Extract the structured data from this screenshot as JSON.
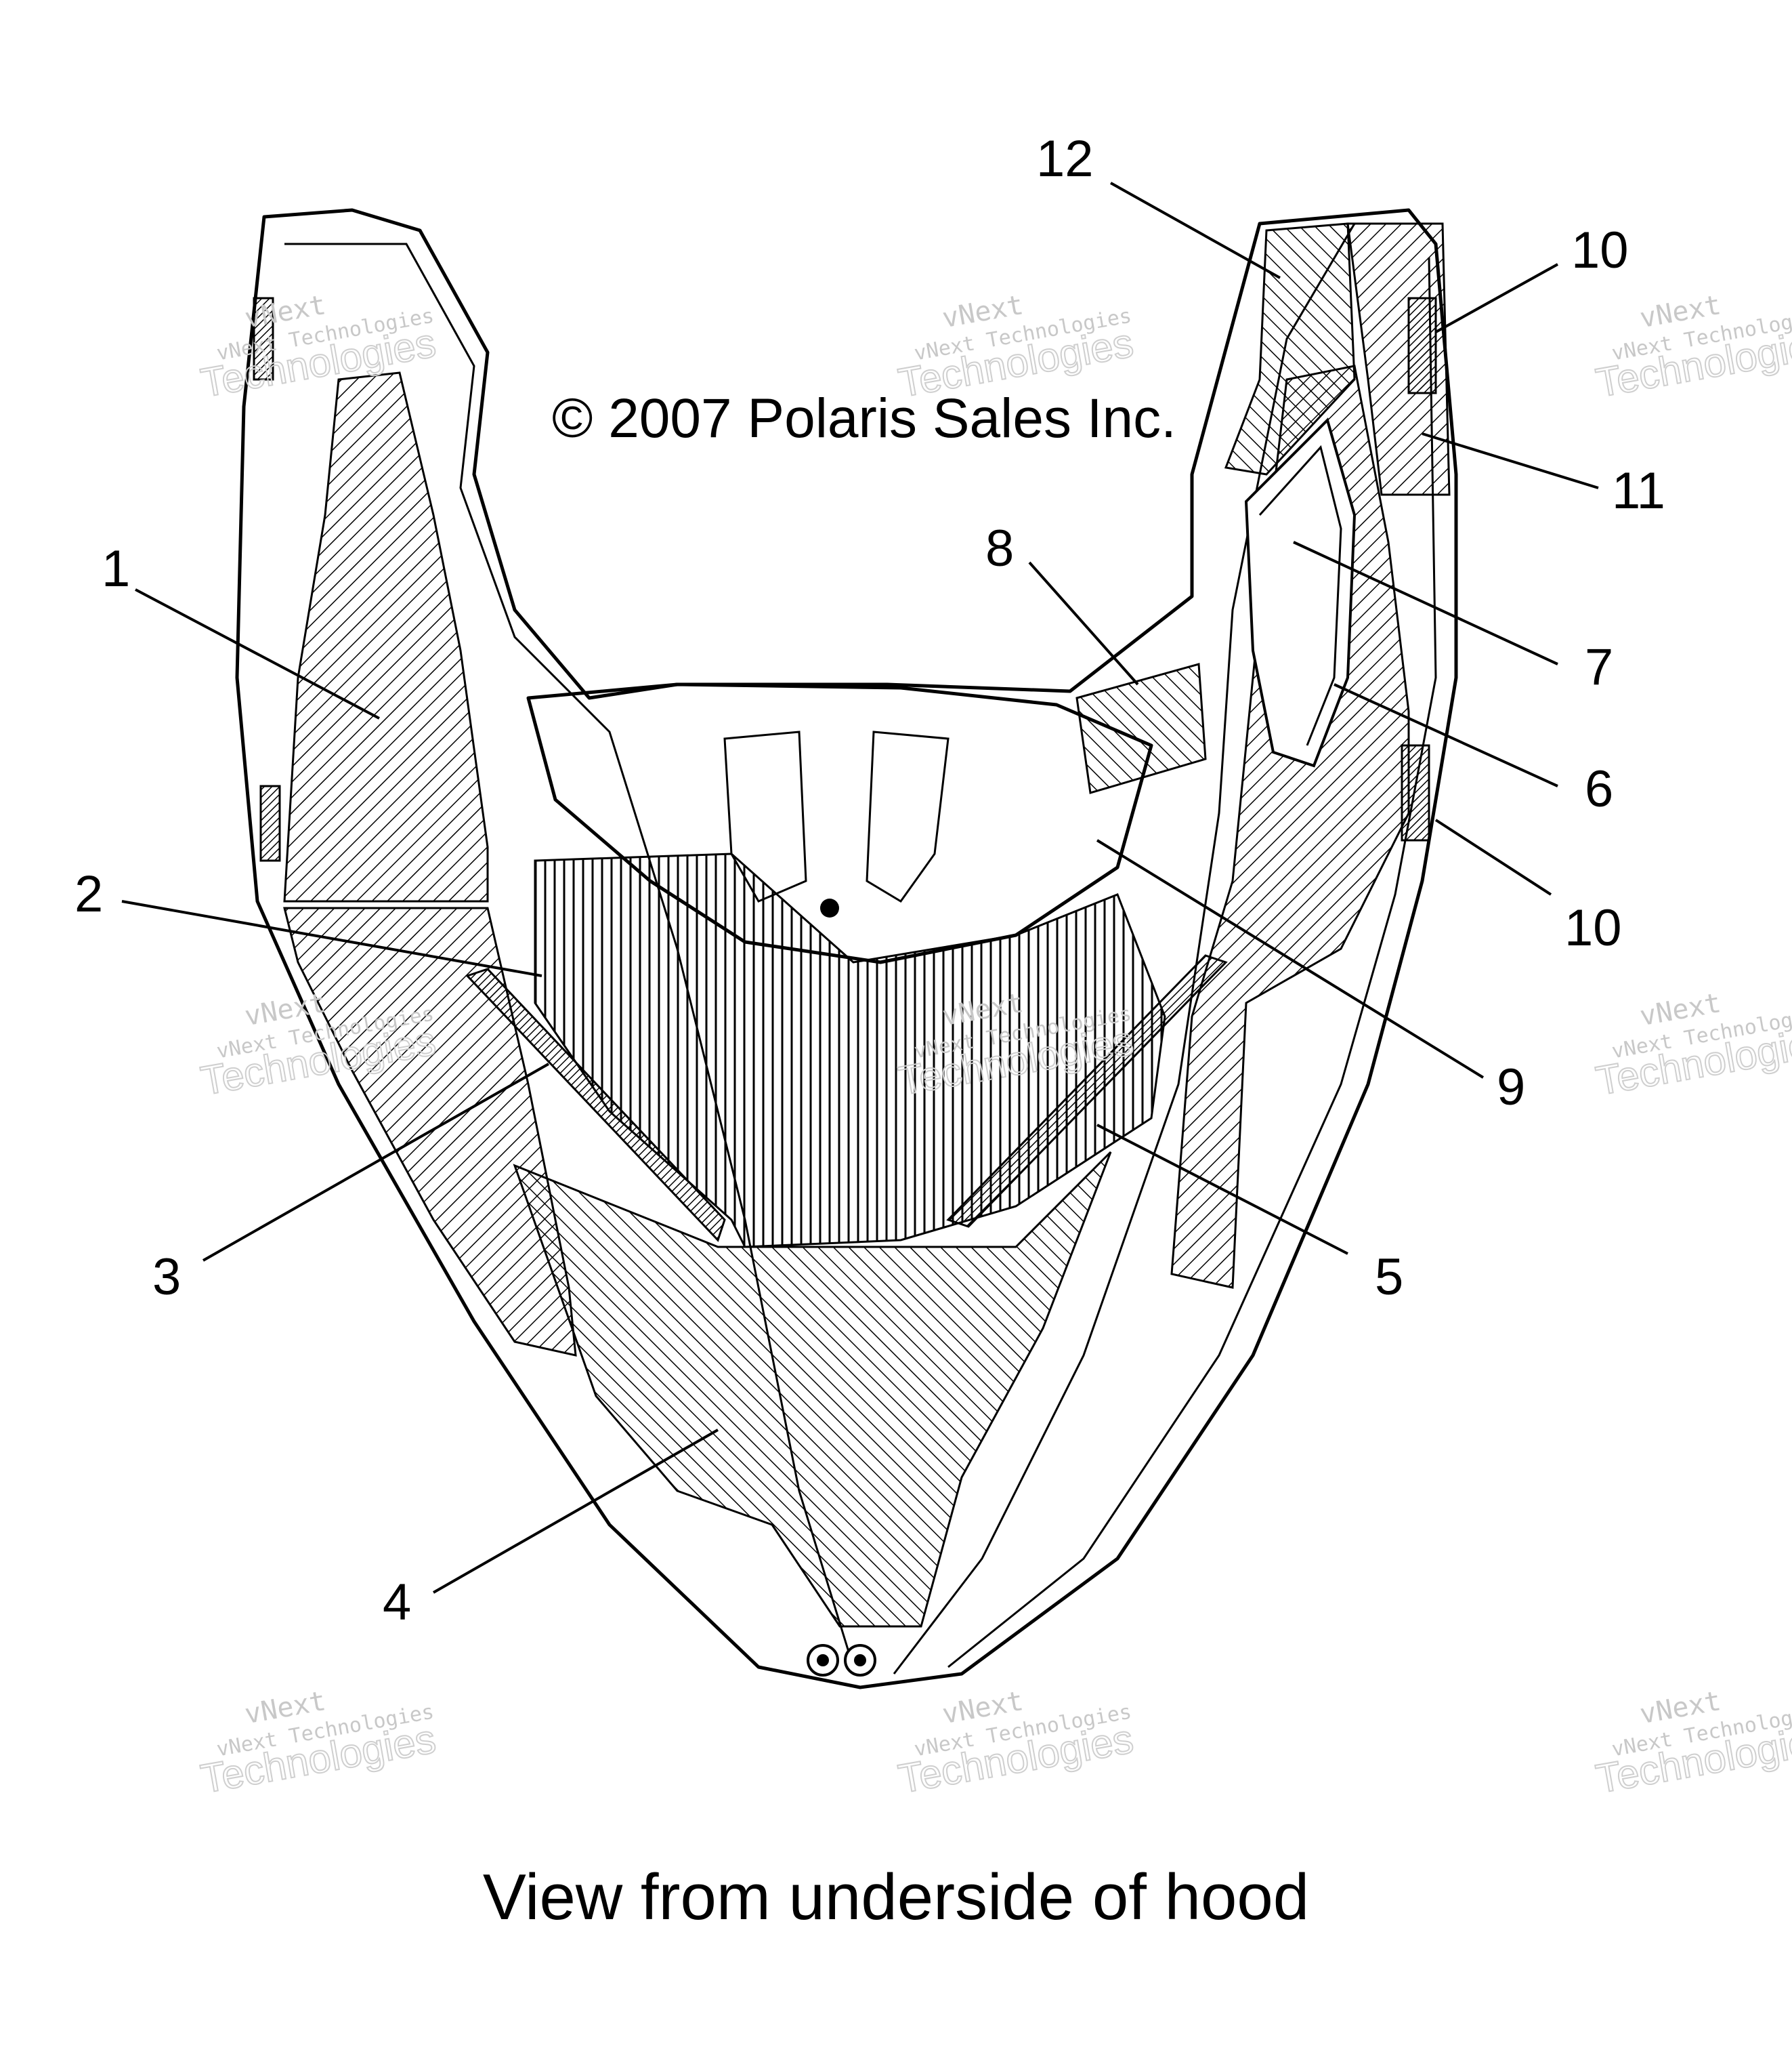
{
  "copyright": "© 2007 Polaris Sales Inc.",
  "caption": "View from underside of hood",
  "watermark": {
    "line1": "vNext",
    "line2": "vNext Technologies",
    "line3": "Technologies"
  },
  "callouts": {
    "c1": "1",
    "c2": "2",
    "c3": "3",
    "c4": "4",
    "c5": "5",
    "c6": "6",
    "c7": "7",
    "c8": "8",
    "c9": "9",
    "c10a": "10",
    "c10b": "10",
    "c11": "11",
    "c12": "12"
  },
  "colors": {
    "line": "#000000",
    "watermark": "#c8c8c8",
    "background": "#ffffff"
  }
}
